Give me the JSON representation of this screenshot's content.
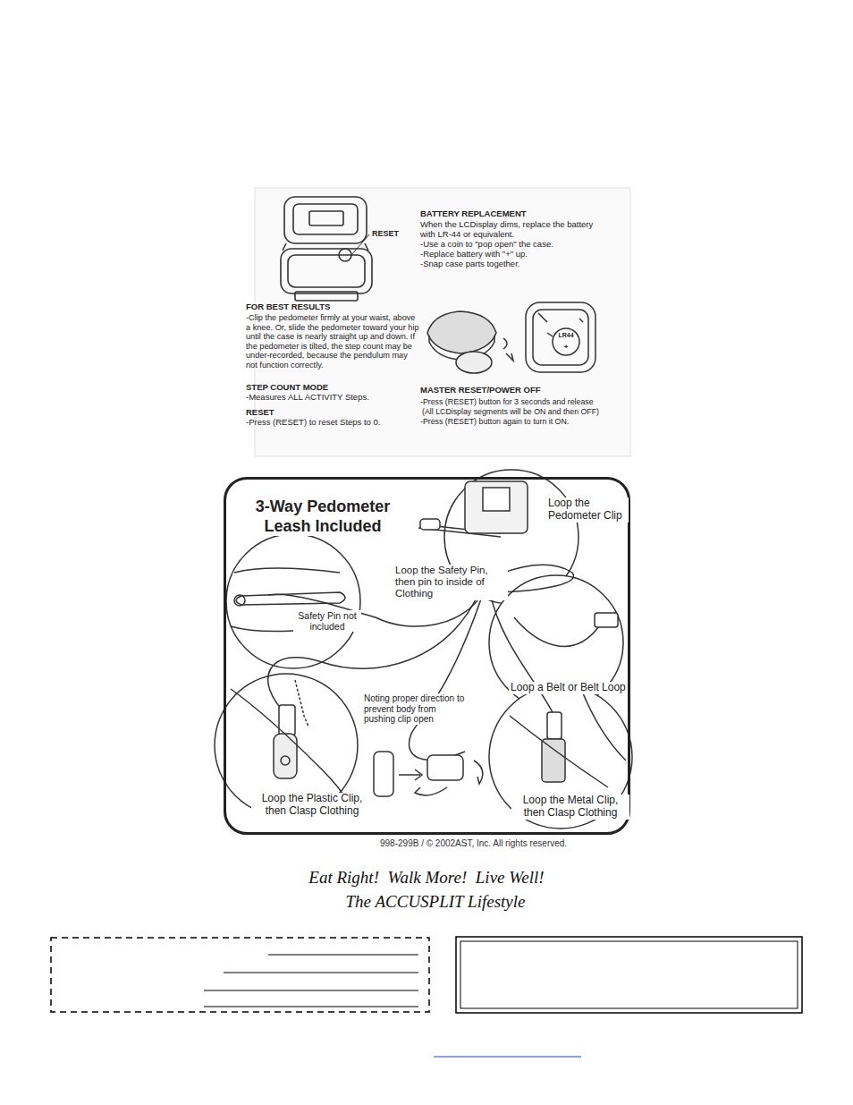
{
  "diagram": {
    "nodes": [
      {
        "text": [
          "3-Way Pedometer Leash Included"
        ]
      }
    ],
    "labels": [
      "RESET",
      "BATTERY REPLACEMENT",
      "When the LCDisplay dims, replace the battery with LR-44 or equivalent.",
      "-Use a coin to \"pop open\" the case.",
      "-Replace battery with \"+\" up.",
      "-Snap case parts together.",
      "FOR BEST RESULTS",
      "-Clip the pedometer firmly at your waist, above a knee. Or, slide the pedometer toward your hip until the case is nearly straight up and down. If the pedometer is tilted, the step count may be under-recorded, because the pendulum may not function correctly.",
      "STEP COUNT MODE",
      "-Measures ALL ACTIVITY Steps.",
      "RESET",
      "-Press (RESET) to reset Steps to 0.",
      "MASTER RESET/POWER OFF",
      "-Press (RESET) button for 3 seconds and release",
      "(All LCDisplay segments will be ON and then OFF)",
      "-Press (RESET) button again to turn it ON.",
      "LR44",
      "+",
      "Loop the Pedometer Clip",
      "Loop the Safety Pin, then pin to inside of Clothing",
      "Safety Pin not included",
      "Loop a Belt or Belt Loop",
      "Noting proper direction to prevent body from pushing clip open",
      "Loop the Plastic Clip, then Clasp Clothing",
      "Loop the Metal Clip, then Clasp Clothing",
      "998-299B / © 2002AST, Inc. All rights reserved.",
      "Eat Right!  Walk More!  Live Well!",
      "The ACCUSPLIT Lifestyle"
    ]
  }
}
